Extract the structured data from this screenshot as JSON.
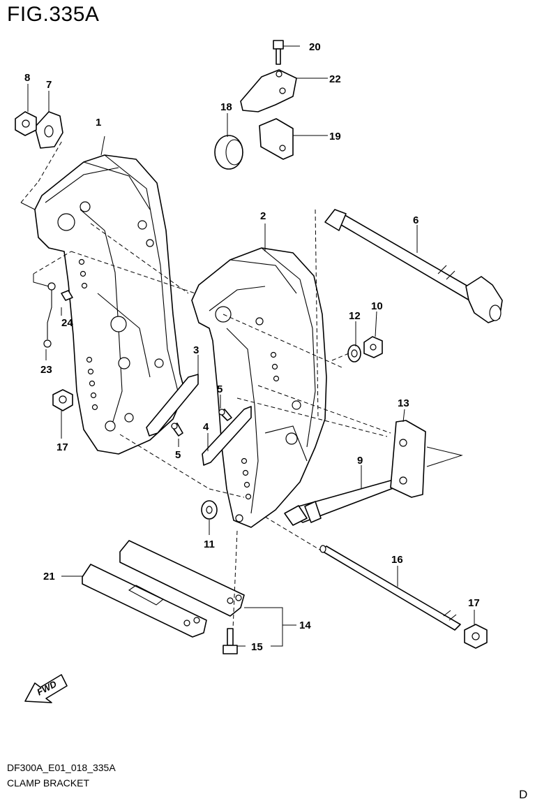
{
  "header": {
    "figure_id": "FIG.335A"
  },
  "footer": {
    "drawing_code": "DF300A_E01_018_335A",
    "drawing_name": "CLAMP BRACKET",
    "corner_mark": "D"
  },
  "fwd_badge": "FWD",
  "callouts": [
    "1",
    "2",
    "3",
    "4",
    "5",
    "5",
    "6",
    "7",
    "8",
    "9",
    "10",
    "11",
    "12",
    "13",
    "14",
    "15",
    "16",
    "17",
    "17",
    "18",
    "19",
    "20",
    "21",
    "22",
    "23",
    "24"
  ]
}
